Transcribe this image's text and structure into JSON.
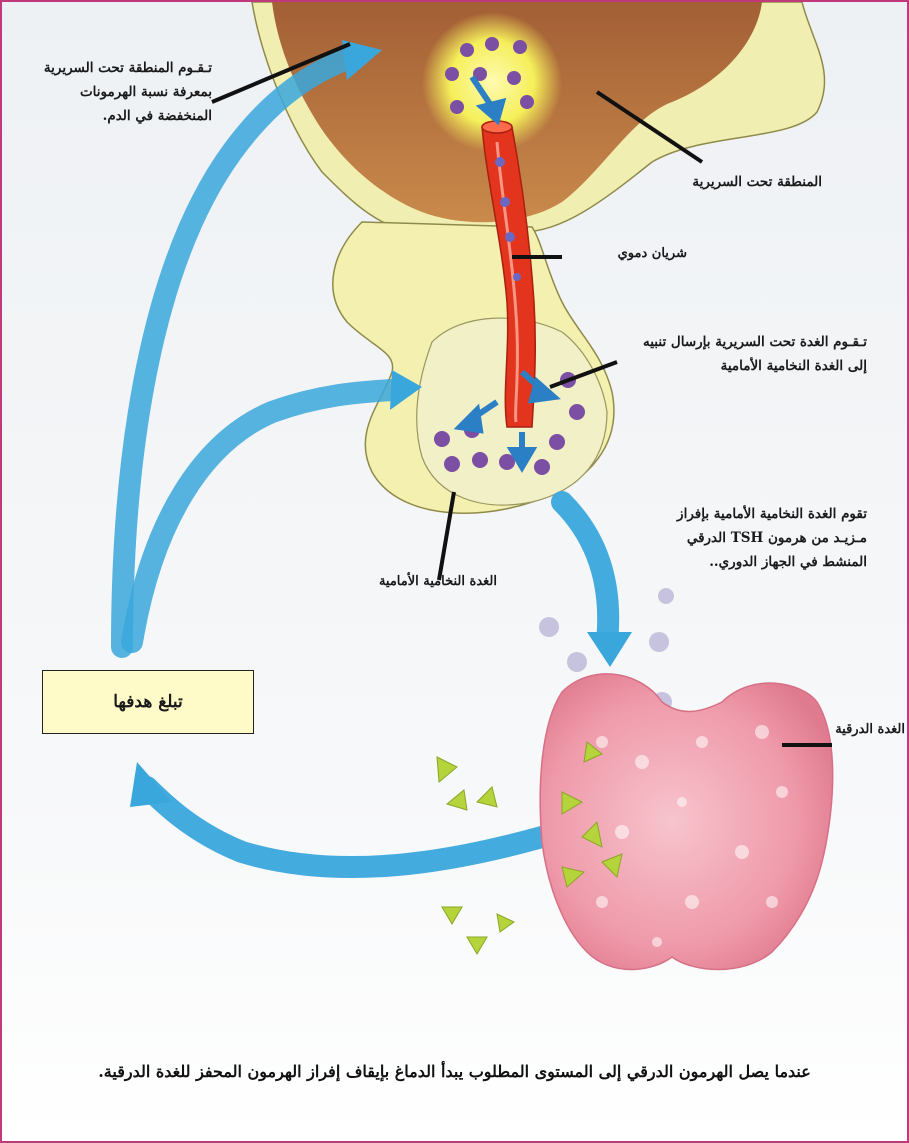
{
  "labels": {
    "hypothalamus_detect": [
      "تـقـوم المنطقة تحت السريرية",
      "بمعرفة نسبة الهرمونات",
      "المنخفضة في الدم."
    ],
    "hypothalamus": "المنطقة تحت السريرية",
    "blood_vessel": "شريان دموي",
    "signal": [
      "تـقـوم الغدة تحت السريرية بإرسال تنبيه",
      "إلى الغدة النخامية الأمامية"
    ],
    "anterior_pituitary": "الغدة النخامية الأمامية",
    "tsh_release": [
      "تقوم الغدة النخامية الأمامية بإفراز",
      "مـزيـد من هرمون TSH الدرقي",
      "المنشط في الجهاز الدوري.."
    ],
    "thyroid": "الغدة الدرقية"
  },
  "goal_box": "تبلغ هدفها",
  "caption": "عندما يصل الهرمون الدرقي إلى المستوى المطلوب يبدأ الدماغ بإيقاف إفراز الهرمون المحفز للغدة الدرقية.",
  "colors": {
    "arrow": "#3aa7dc",
    "artery": "#e3341e",
    "tissue": "#f4f1b0",
    "dots": "#7b4fa3",
    "thyroid": "#f3a5b3",
    "triangles": "#b5d33a",
    "border": "#c0397a"
  }
}
